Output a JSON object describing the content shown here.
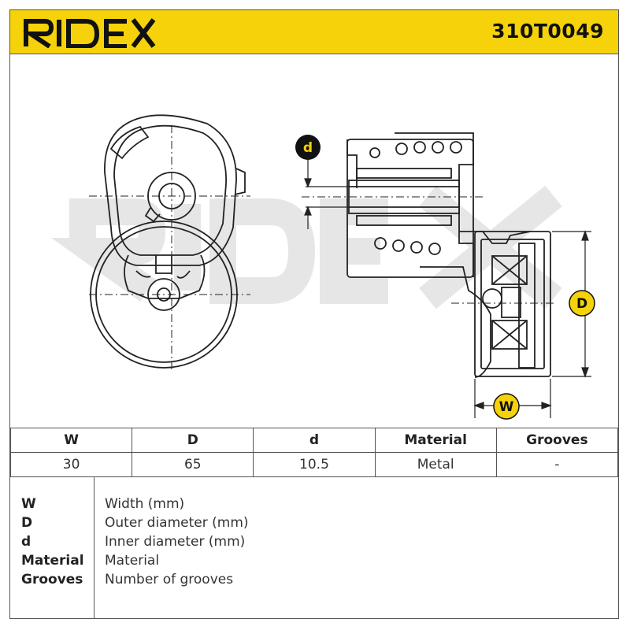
{
  "header": {
    "brand": "RIDEX",
    "part_number": "310T0049",
    "background_color": "#f5d20a"
  },
  "drawing": {
    "watermark": "RIDEX",
    "dimension_labels": {
      "small_d": "d",
      "outer_d": "D",
      "width": "W"
    },
    "label_badge_color": "#f5d20a"
  },
  "specs": {
    "columns": [
      "W",
      "D",
      "d",
      "Material",
      "Grooves"
    ],
    "values": [
      "30",
      "65",
      "10.5",
      "Metal",
      "-"
    ]
  },
  "legend": [
    {
      "key": "W",
      "desc": "Width (mm)"
    },
    {
      "key": "D",
      "desc": "Outer diameter (mm)"
    },
    {
      "key": "d",
      "desc": "Inner diameter (mm)"
    },
    {
      "key": "Material",
      "desc": "Material"
    },
    {
      "key": "Grooves",
      "desc": "Number of grooves"
    }
  ]
}
